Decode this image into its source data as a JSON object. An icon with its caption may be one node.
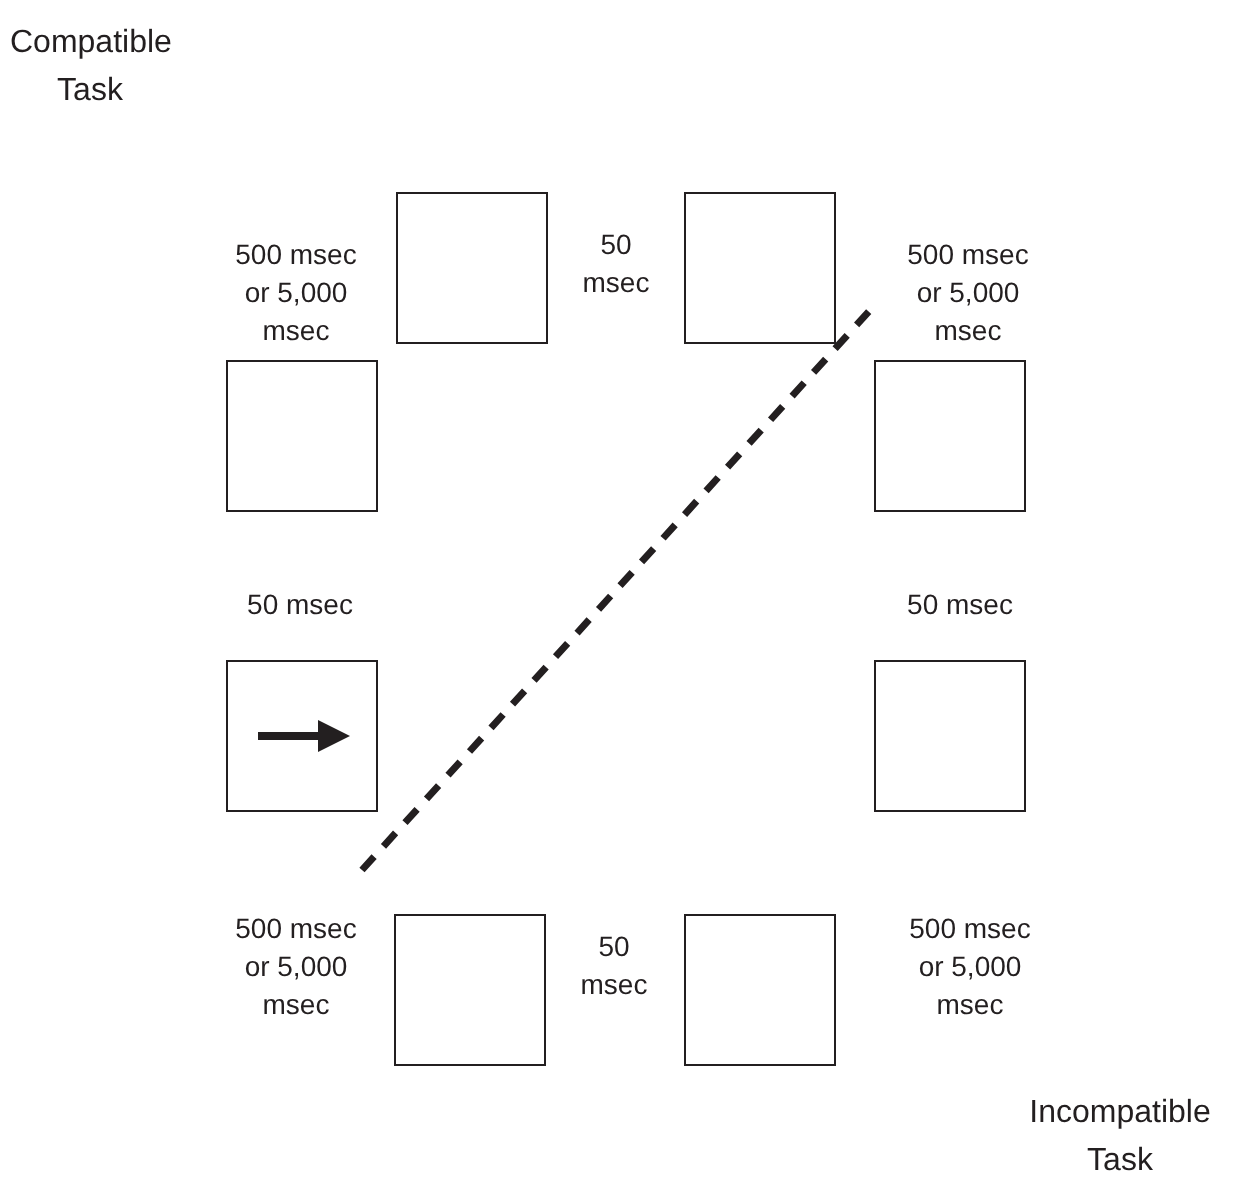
{
  "diagram": {
    "nodes": [
      {
        "text": [],
        "shape": "box"
      },
      {
        "text": [],
        "shape": "box"
      },
      {
        "text": [],
        "shape": "box"
      },
      {
        "text": [],
        "shape": "box"
      },
      {
        "text": [],
        "shape": "box"
      },
      {
        "text": [],
        "shape": "box"
      },
      {
        "text": [],
        "shape": "box"
      },
      {
        "text": [],
        "shape": "box"
      }
    ],
    "edges": [],
    "labels": [
      "Compatible Task",
      "500 msec or 5,000 msec",
      "50 msec",
      "500 msec or 5,000 msec",
      "50 msec",
      "50 msec",
      "500 msec or 5,000 msec",
      "50 msec",
      "500 msec or 5,000 msec",
      "Incompatible Task"
    ]
  }
}
